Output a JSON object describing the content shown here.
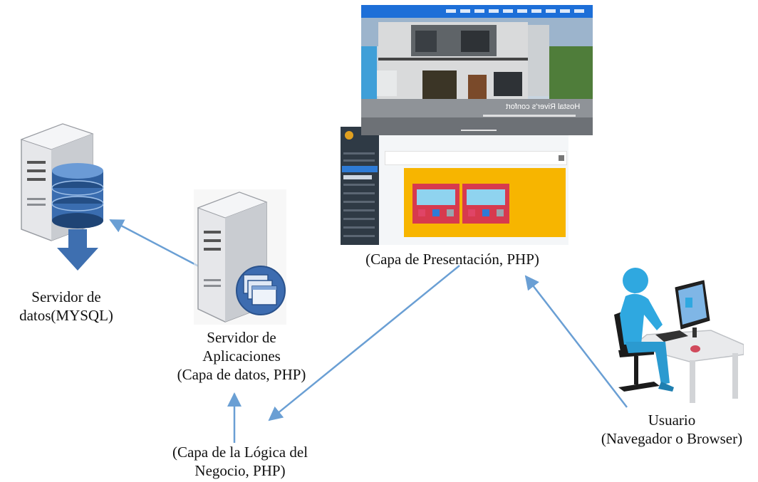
{
  "nodes": {
    "data_server": {
      "line1": "Servidor de",
      "line2": "datos(MYSQL)"
    },
    "app_server": {
      "line1": "Servidor de",
      "line2": "Aplicaciones",
      "line3": "(Capa de datos, PHP)"
    },
    "presentation": {
      "label": "(Capa de Presentación, PHP)"
    },
    "business_logic": {
      "line1": "(Capa de la Lógica del",
      "line2": "Negocio, PHP)"
    },
    "user": {
      "line1": "Usuario",
      "line2": "(Navegador o Browser)"
    }
  },
  "website_screenshot": {
    "hero_title": "Hostal River's confort"
  },
  "colors": {
    "arrow": "#6a9fd4",
    "db_blue": "#2f5f9e",
    "admin_yellow": "#f7b500",
    "card_red": "#d73a4e",
    "user_figure": "#2fa8e0"
  }
}
